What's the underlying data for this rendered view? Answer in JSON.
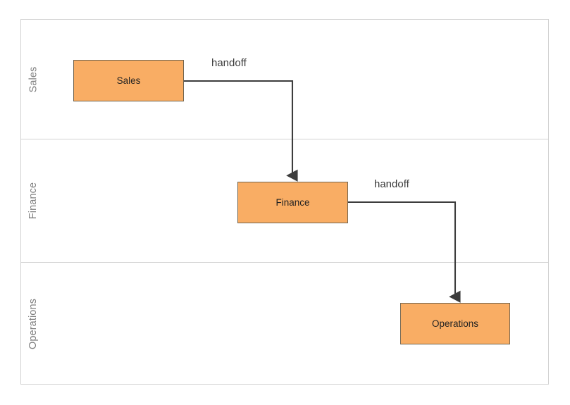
{
  "diagram": {
    "type": "swimlane-flowchart",
    "title": "",
    "colors": {
      "node_fill": "#f9ad64",
      "node_stroke": "#72654f",
      "edge_stroke": "#3d3d3d",
      "lane_border": "#d2d2d2",
      "lane_label_text": "#808080",
      "node_text": "#222222",
      "edge_label_text": "#3a3a3a",
      "background": "#ffffff"
    },
    "lanes": [
      {
        "id": "lane-sales",
        "label": "Sales"
      },
      {
        "id": "lane-finance",
        "label": "Finance"
      },
      {
        "id": "lane-operations",
        "label": "Operations"
      }
    ],
    "nodes": [
      {
        "id": "node-sales",
        "label": "Sales",
        "lane": "Sales"
      },
      {
        "id": "node-finance",
        "label": "Finance",
        "lane": "Finance"
      },
      {
        "id": "node-operations",
        "label": "Operations",
        "lane": "Operations"
      }
    ],
    "edges": [
      {
        "id": "edge-sales-finance",
        "from": "Sales",
        "to": "Finance",
        "label": "handoff"
      },
      {
        "id": "edge-finance-operations",
        "from": "Finance",
        "to": "Operations",
        "label": "handoff"
      }
    ]
  }
}
